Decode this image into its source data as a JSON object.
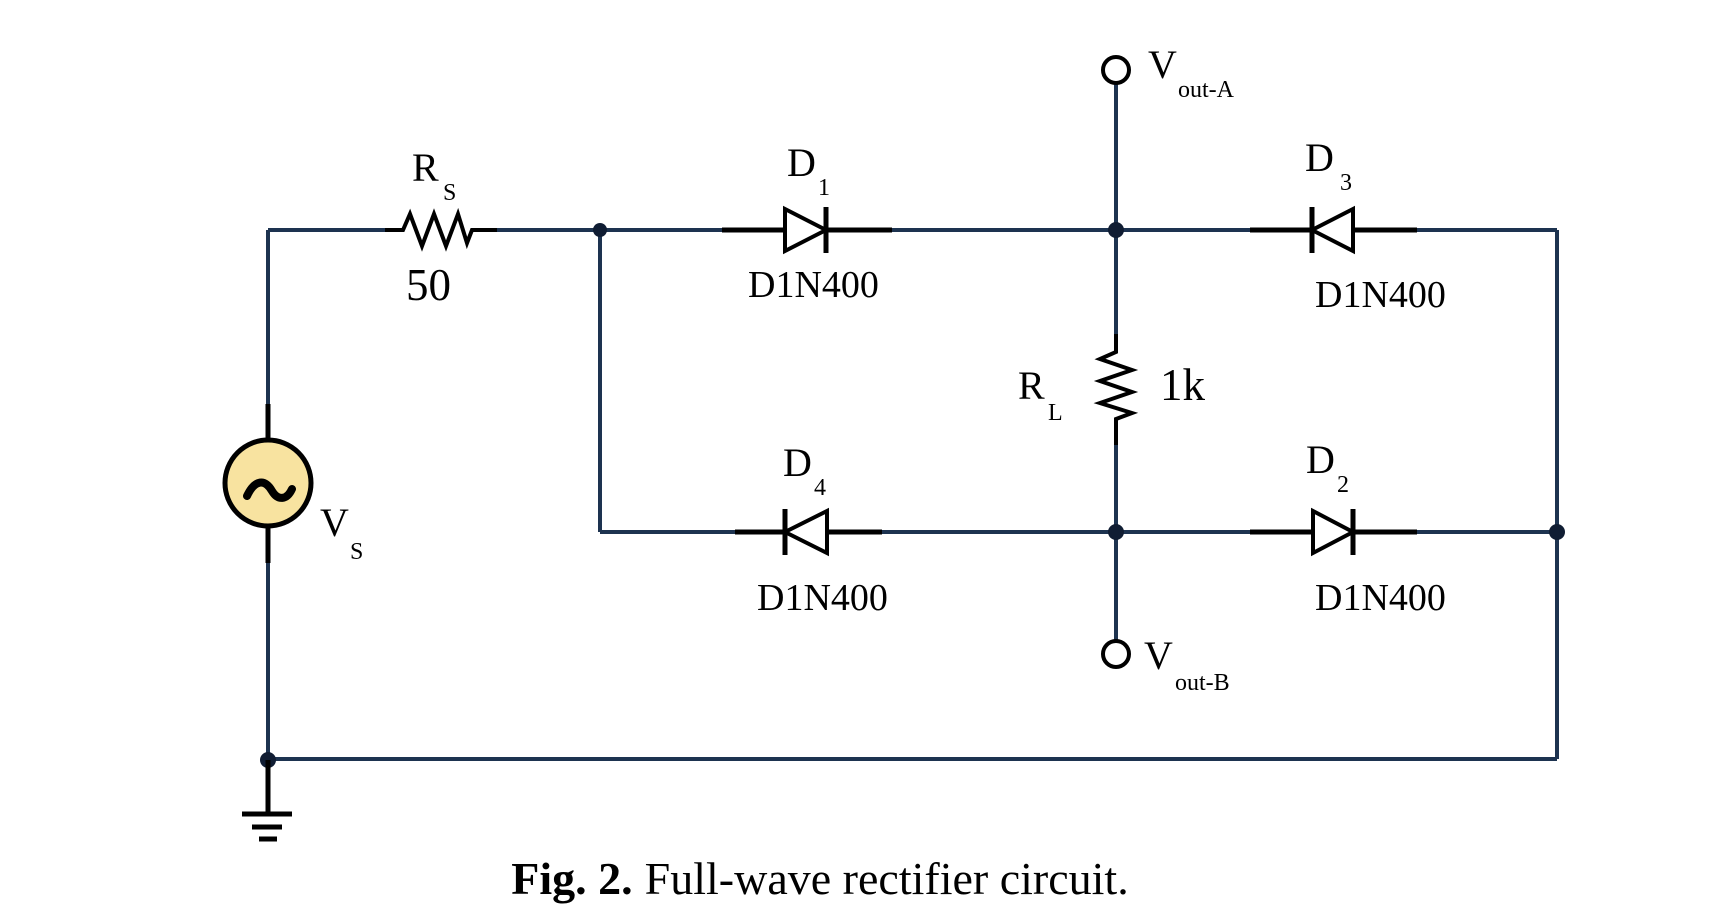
{
  "figure": {
    "caption_prefix": "Fig. 2.",
    "caption_rest": "Full-wave rectifier circuit."
  },
  "components": {
    "source": {
      "label": "V",
      "sub": "S"
    },
    "rs": {
      "label": "R",
      "sub": "S",
      "value": "50"
    },
    "rl": {
      "label": "R",
      "sub": "L",
      "value": "1k"
    },
    "d1": {
      "label": "D",
      "sub": "1",
      "part": "D1N400"
    },
    "d2": {
      "label": "D",
      "sub": "2",
      "part": "D1N400"
    },
    "d3": {
      "label": "D",
      "sub": "3",
      "part": "D1N400"
    },
    "d4": {
      "label": "D",
      "sub": "4",
      "part": "D1N400"
    },
    "vout_a": {
      "label": "V",
      "sub": "out-A"
    },
    "vout_b": {
      "label": "V",
      "sub": "out-B"
    }
  },
  "colors": {
    "wire": "#1d3350",
    "component": "#000000",
    "node": "#101d33",
    "source_fill": "#f8e3a0",
    "text": "#000000",
    "background": "#ffffff"
  }
}
